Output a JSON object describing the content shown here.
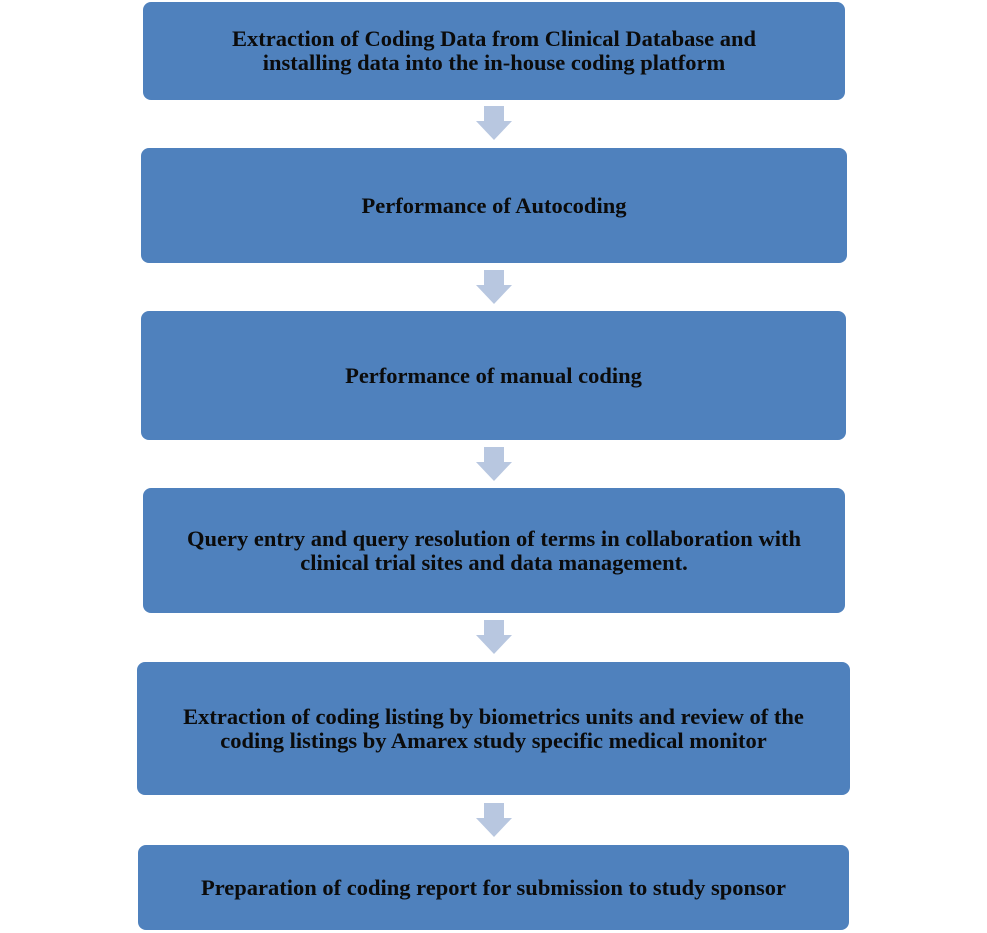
{
  "colors": {
    "box_fill": "#4f81bd",
    "arrow_fill": "#b8c7e0",
    "text": "#0b0b0b"
  },
  "steps": [
    {
      "label": "Extraction of Coding Data from Clinical Database and\ninstalling data into the in-house coding platform"
    },
    {
      "label": "Performance of Autocoding"
    },
    {
      "label": "Performance of manual coding"
    },
    {
      "label": "Query entry and query resolution of terms in collaboration with\nclinical trial sites and data management."
    },
    {
      "label": "Extraction of coding listing by biometrics units and review of the\ncoding listings by Amarex study specific medical monitor"
    },
    {
      "label": "Preparation of coding report for submission to study sponsor"
    }
  ],
  "connector_icon": "down-arrow-icon"
}
